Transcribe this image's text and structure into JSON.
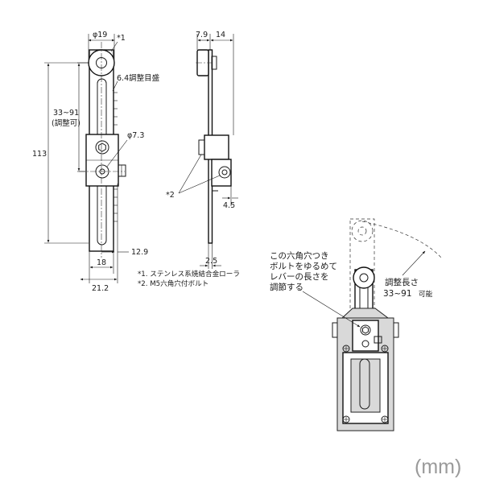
{
  "front_view": {
    "roller_dia": "φ19",
    "roller_note_marker": "*1",
    "scale_label": "6.4調整目盛",
    "adjust_range": "33~91",
    "adjust_range_sub": "(調整可)",
    "overall_height": "113",
    "hole_dia": "φ7.3",
    "width_18": "18",
    "width_21_2": "21.2",
    "dim_12_9": "12.9"
  },
  "side_view": {
    "dim_7_9": "7.9",
    "dim_14": "14",
    "dim_4_5": "4.5",
    "dim_2_5": "2.5",
    "bolt_marker": "*2"
  },
  "notes": [
    "*1. ステンレス系焼結合金ローラ",
    "*2. M5六角穴付ボルト"
  ],
  "detail_view": {
    "callout_lines": [
      "この六角穴つき",
      "ボルトをゆるめて",
      "レバーの長さを",
      "調節する"
    ],
    "adjust_label": "調整長さ",
    "adjust_value": "33~91",
    "adjust_value_unit": "可能"
  },
  "unit": "(mm)"
}
